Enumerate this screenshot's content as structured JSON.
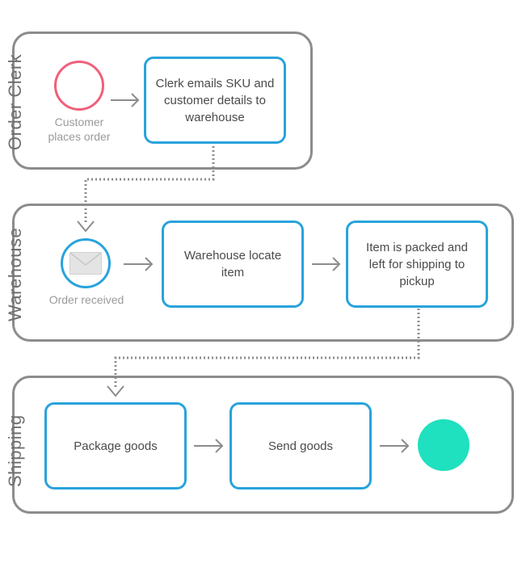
{
  "lanes": {
    "order_clerk": {
      "title": "Order Clerk"
    },
    "warehouse": {
      "title": "Warehouse"
    },
    "shipping": {
      "title": "Shipping"
    }
  },
  "nodes": {
    "customer_places_order": {
      "caption": "Customer places order",
      "type": "start-event"
    },
    "clerk_emails": {
      "label": "Clerk emails SKU and customer details to warehouse"
    },
    "order_received": {
      "caption": "Order received",
      "type": "message-event"
    },
    "warehouse_locate": {
      "label": "Warehouse locate item"
    },
    "item_packed": {
      "label": "Item is packed and left for shipping to pickup"
    },
    "package_goods": {
      "label": "Package goods"
    },
    "send_goods": {
      "label": "Send goods"
    },
    "end": {
      "type": "end-event"
    }
  },
  "icons": {
    "start_event": "start-event-icon",
    "message": "envelope-icon",
    "end_event": "end-event-icon",
    "arrow": "arrow-right-icon"
  },
  "colors": {
    "start_event": "#f0607a",
    "task_border": "#29a3dc",
    "lane_border": "#8c8c8c",
    "end_event": "#1fe0bf",
    "connector": "#8c8c8c"
  }
}
